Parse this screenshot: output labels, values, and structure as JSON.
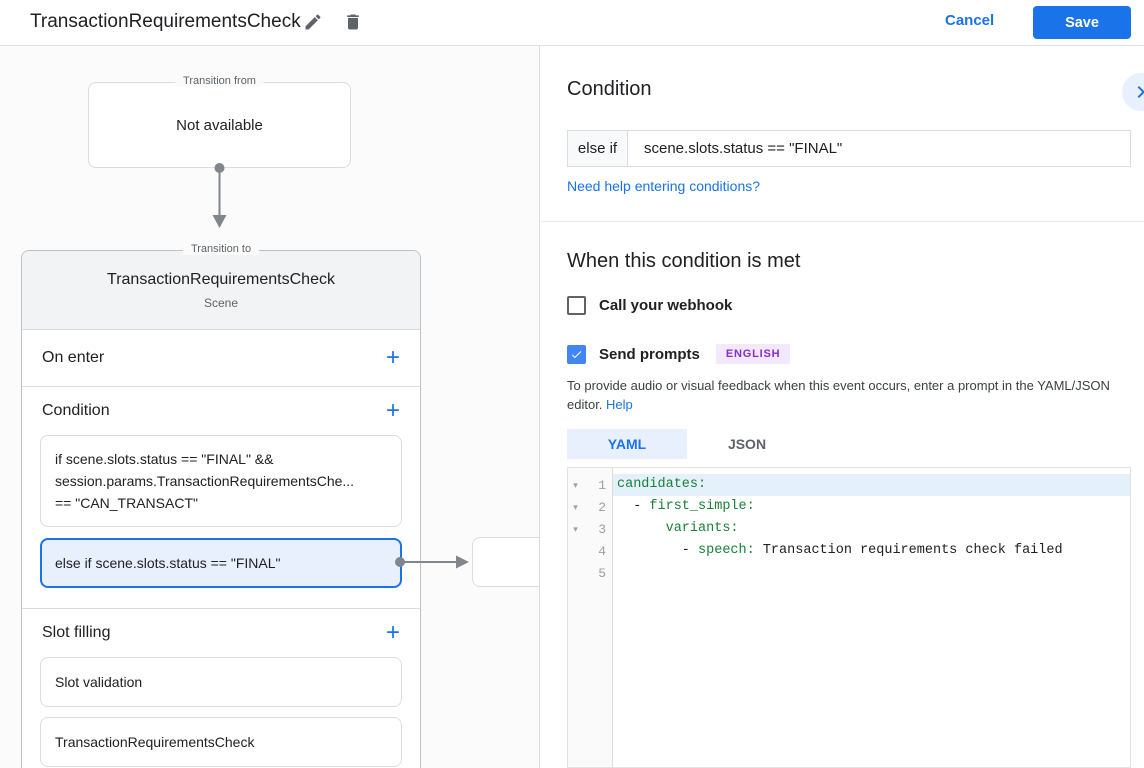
{
  "header": {
    "title": "TransactionRequirementsCheck",
    "cancel_label": "Cancel",
    "save_label": "Save"
  },
  "colors": {
    "accent_blue": "#1a73e8",
    "checkbox_blue": "#4285f4",
    "selected_condition_bg": "#e8f0fe",
    "badge_bg": "#f3e8fd",
    "badge_text": "#8430ce",
    "yaml_key_green": "#188038",
    "active_line_bg": "#e4f1fb"
  },
  "canvas": {
    "transition_from": {
      "label": "Transition from",
      "content": "Not available"
    },
    "transition_to": {
      "label": "Transition to",
      "title": "TransactionRequirementsCheck",
      "subtitle": "Scene",
      "on_enter_label": "On enter",
      "condition_label": "Condition",
      "slot_filling_label": "Slot filling",
      "add_icon": "+",
      "condition_items": [
        {
          "selected": false,
          "lines": [
            "if scene.slots.status == \"FINAL\" &&",
            "session.params.TransactionRequirementsChe...",
            "== \"CAN_TRANSACT\""
          ]
        },
        {
          "selected": true,
          "lines": [
            "else if scene.slots.status == \"FINAL\""
          ]
        }
      ],
      "slot_items": [
        "Slot validation",
        "TransactionRequirementsCheck"
      ]
    }
  },
  "panel": {
    "title": "Condition",
    "condition_input": {
      "prefix": "else if",
      "value": "scene.slots.status == \"FINAL\""
    },
    "help_link": "Need help entering conditions?",
    "section_title": "When this condition is met",
    "webhook": {
      "label": "Call your webhook",
      "checked": false
    },
    "send_prompts": {
      "label": "Send prompts",
      "checked": true,
      "badge": "ENGLISH"
    },
    "description_line1": "To provide audio or visual feedback when this event occurs, enter a prompt in the YAML/JSON",
    "description_line2": "editor.",
    "help_label": "Help",
    "tabs": [
      {
        "label": "YAML",
        "active": true
      },
      {
        "label": "JSON",
        "active": false
      }
    ],
    "editor": {
      "fold_icon": "▾",
      "lines": [
        {
          "num": "1",
          "fold": true,
          "active": true,
          "tokens": [
            [
              "key",
              "candidates:"
            ]
          ]
        },
        {
          "num": "2",
          "fold": true,
          "active": false,
          "tokens": [
            [
              "plain",
              "  - "
            ],
            [
              "key",
              "first_simple:"
            ]
          ]
        },
        {
          "num": "3",
          "fold": true,
          "active": false,
          "tokens": [
            [
              "plain",
              "      "
            ],
            [
              "key",
              "variants:"
            ]
          ]
        },
        {
          "num": "4",
          "fold": false,
          "active": false,
          "tokens": [
            [
              "plain",
              "        - "
            ],
            [
              "key",
              "speech:"
            ],
            [
              "plain",
              " Transaction requirements check failed"
            ]
          ]
        },
        {
          "num": "5",
          "fold": false,
          "active": false,
          "tokens": []
        }
      ]
    }
  }
}
